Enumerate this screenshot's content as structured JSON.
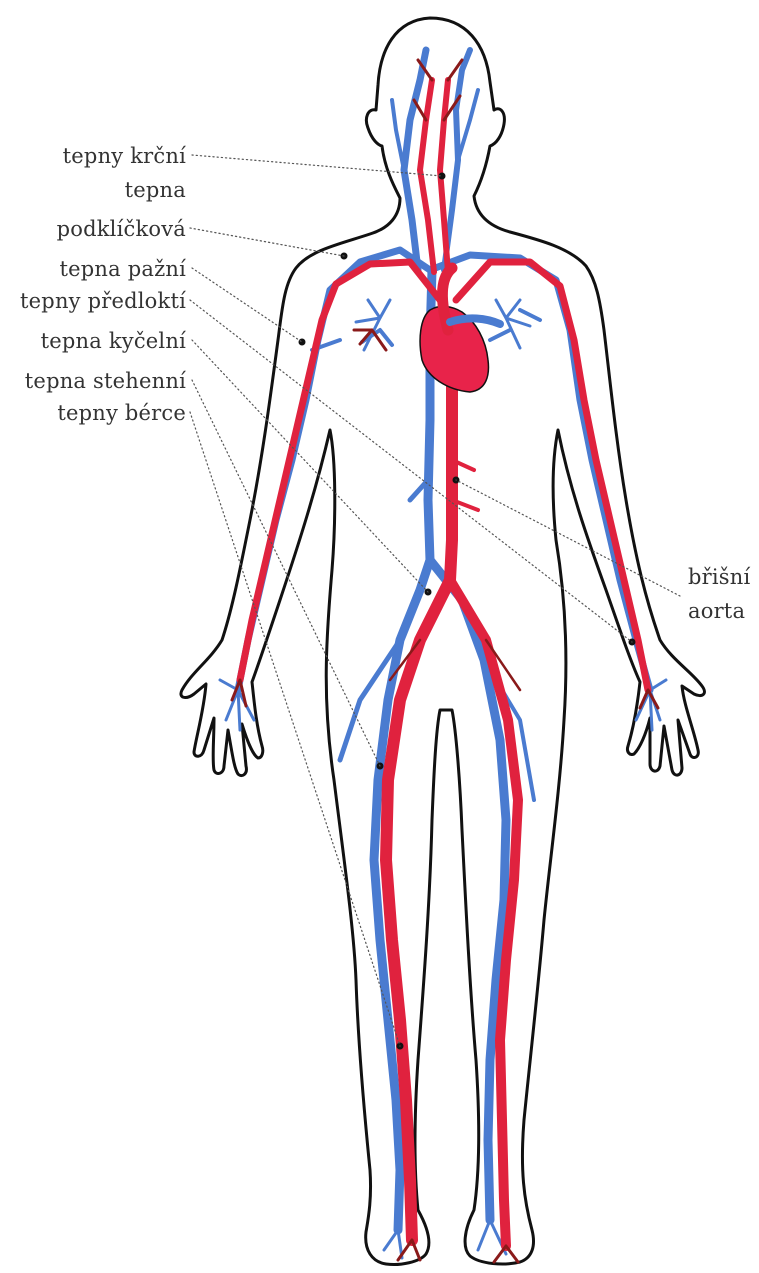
{
  "labels": {
    "carotid": "tepny krční",
    "subclavian_line1": "tepna",
    "subclavian_line2": "podklíčková",
    "brachial": "tepna pažní",
    "forearm": "tepny předloktí",
    "iliac": "tepna kyčelní",
    "femoral": "tepna stehenní",
    "shin": "tepny bérce",
    "aorta_line1": "břišní",
    "aorta_line2": "aorta"
  },
  "colors": {
    "vein": "#4a7bd0",
    "artery": "#e0223e",
    "artery_dark": "#8a1a1a",
    "heart": "#e8234a",
    "outline": "#111111",
    "label_text": "#333333"
  }
}
